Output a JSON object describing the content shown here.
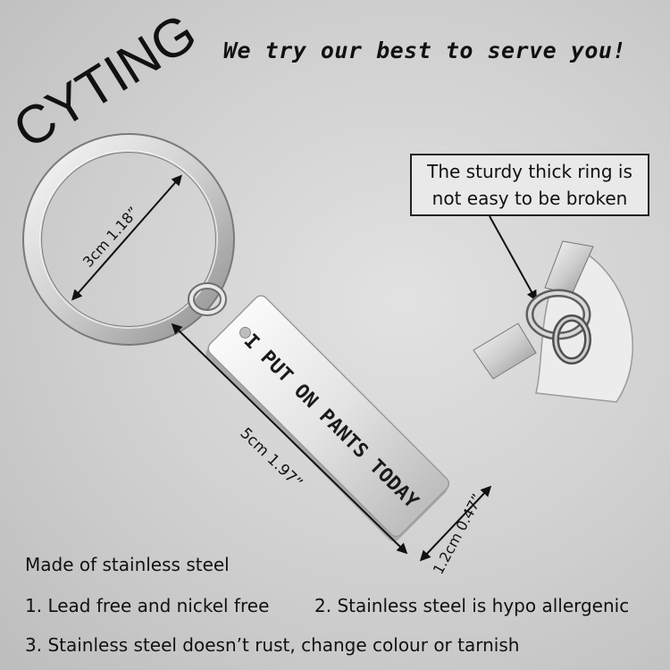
{
  "brand": "CYTING",
  "slogan": "We try our best to serve you!",
  "callout": {
    "line1": "The sturdy thick ring is",
    "line2": "not easy to be broken"
  },
  "engraving": "I PUT ON PANTS TODAY",
  "dimensions": {
    "ring": "3cm 1.18”",
    "length": "5cm 1.97”",
    "width": "1.2cm 0.47”"
  },
  "features": {
    "material": "Made of stainless steel",
    "item1": "1. Lead free and nickel free",
    "item2": "2. Stainless steel is hypo allergenic",
    "item3": "3. Stainless steel doesn’t rust, change colour or tarnish"
  }
}
